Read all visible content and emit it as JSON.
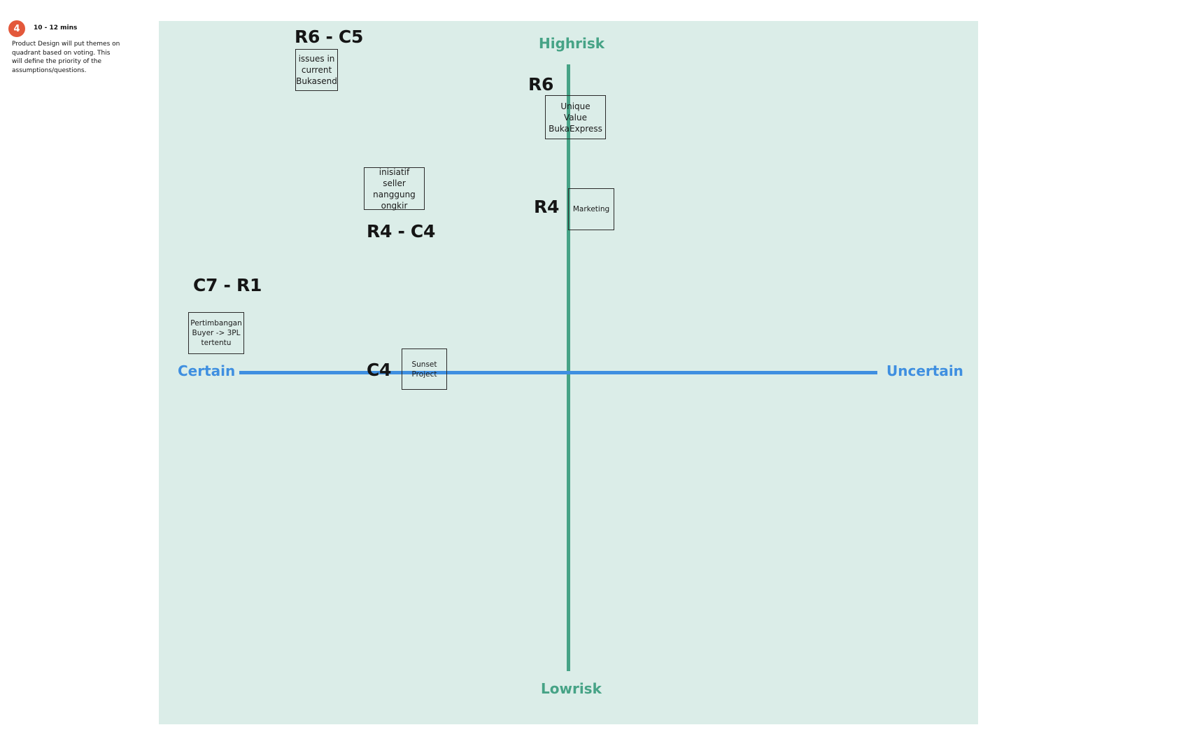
{
  "step": {
    "number": "4",
    "duration": "10 - 12 mins",
    "description": "Product Design will put themes on quadrant based on voting. This will define the priority of the assumptions/questions."
  },
  "axes": {
    "top": "Highrisk",
    "bottom": "Lowrisk",
    "left": "Certain",
    "right": "Uncertain"
  },
  "codes": {
    "r6_c5": "R6 - C5",
    "r6": "R6",
    "r4": "R4",
    "r4_c4": "R4 - C4",
    "c7_r1": "C7 - R1",
    "c4": "C4"
  },
  "stickies": {
    "issues_bukasend": "issues in current Bukasend",
    "unique_value": "Unique Value BukaExpress",
    "inisiatif_seller": "inisiatif seller nanggung ongkir",
    "marketing": "Marketing",
    "pertimbangan_buyer": "Pertimbangan Buyer -> 3PL tertentu",
    "sunset_project": "Sunset Project"
  },
  "colors": {
    "board_bg": "#dbede8",
    "risk_axis": "#46a386",
    "certainty_axis": "#3f8fe0",
    "step_badge": "#e3583b"
  }
}
